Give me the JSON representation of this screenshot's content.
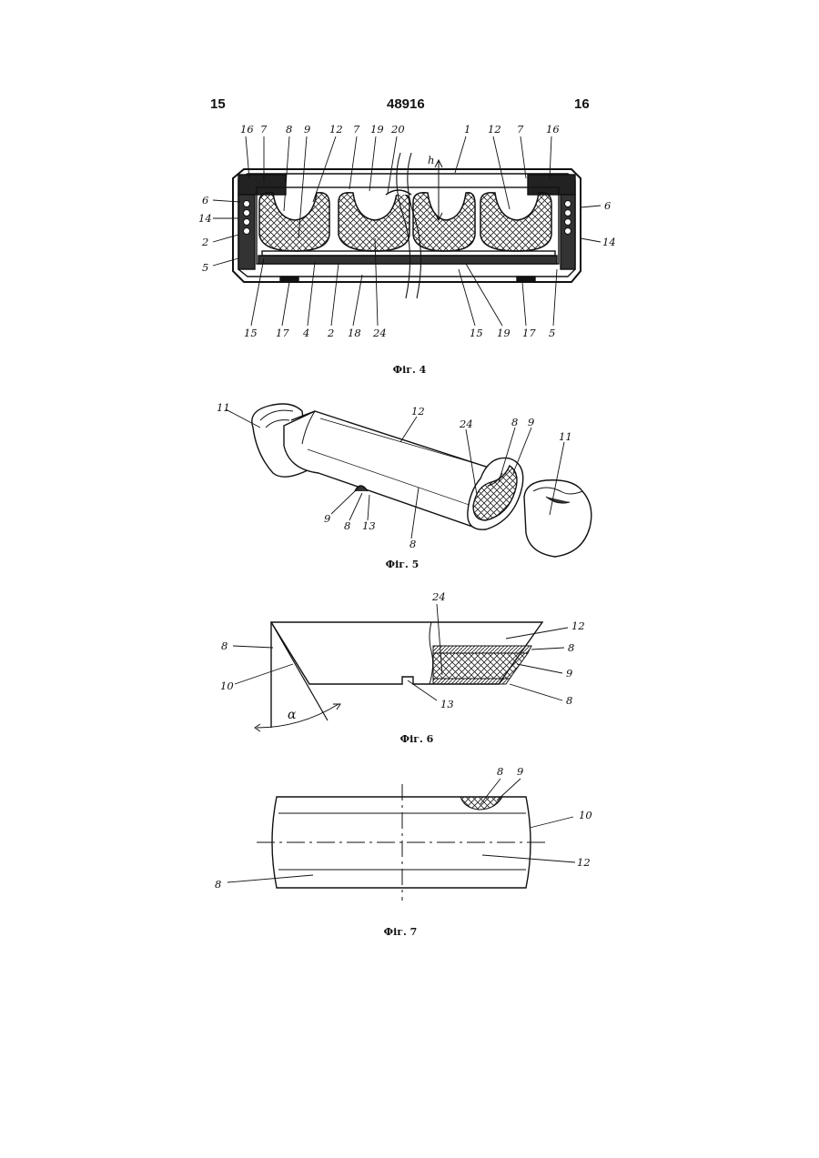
{
  "header": {
    "left_page": "15",
    "doc_number": "48916",
    "right_page": "16"
  },
  "figures": {
    "fig4": {
      "caption": "Фіг. 4",
      "labels": [
        "16",
        "7",
        "8",
        "9",
        "12",
        "7",
        "19",
        "20",
        "1",
        "12",
        "7",
        "16",
        "6",
        "14",
        "2",
        "5",
        "6",
        "14",
        "h",
        "15",
        "17",
        "4",
        "2",
        "18",
        "24",
        "15",
        "19",
        "17",
        "5"
      ]
    },
    "fig5": {
      "caption": "Фіг. 5",
      "labels": [
        "11",
        "12",
        "24",
        "8",
        "9",
        "11",
        "9",
        "8",
        "13",
        "8"
      ]
    },
    "fig6": {
      "caption": "Фіг. 6",
      "labels": [
        "24",
        "12",
        "8",
        "8",
        "10",
        "13",
        "9",
        "8",
        "α"
      ]
    },
    "fig7": {
      "caption": "Фіг. 7",
      "labels": [
        "8",
        "9",
        "10",
        "12",
        "8"
      ]
    }
  },
  "colors": {
    "ink": "#111111",
    "paper": "#ffffff"
  }
}
